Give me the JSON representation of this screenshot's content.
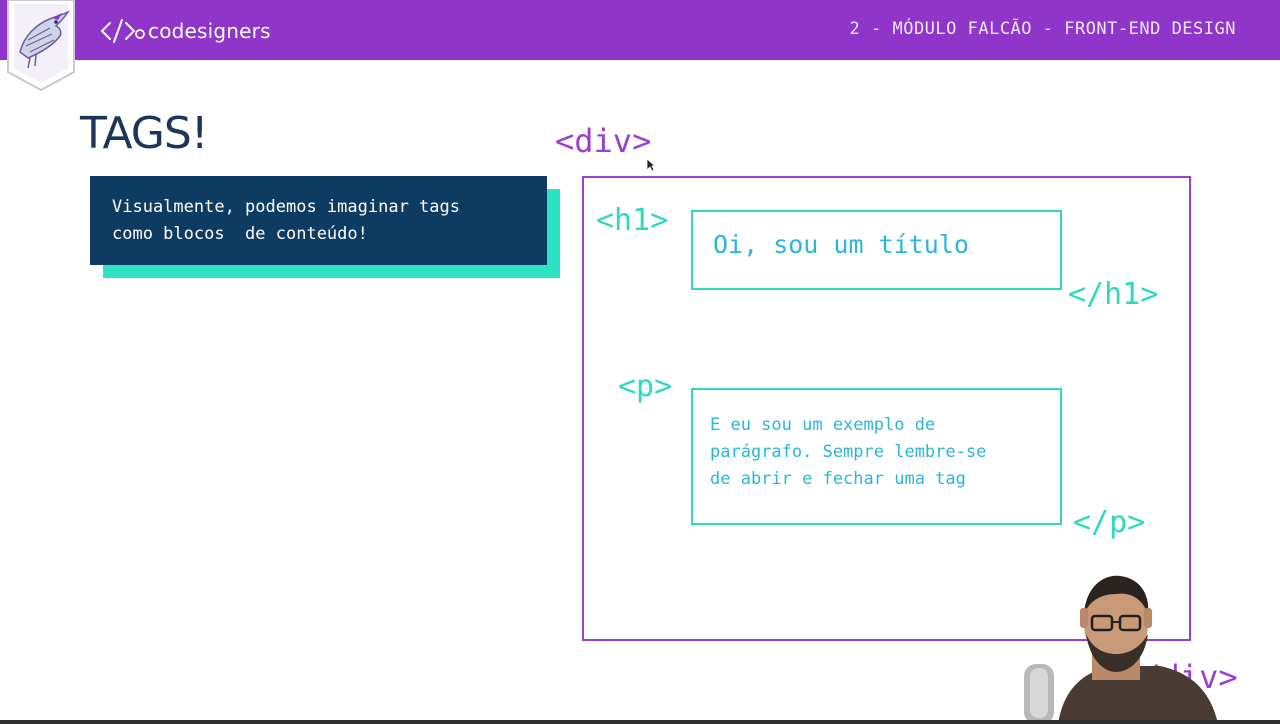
{
  "header": {
    "brand": "codesigners",
    "brand_icon": "code-slash-icon",
    "badge_icon": "falcon-logo-icon",
    "module_title": "2 - MÓDULO FALCÃO - FRONT-END DESIGN",
    "bar_color": "#8f35c9"
  },
  "slide": {
    "title": "TAGS!",
    "callout_lines": [
      "Visualmente, podemos imaginar tags",
      "como blocos  de conteúdo!"
    ]
  },
  "diagram": {
    "div_open": "<div>",
    "div_close": "</div>",
    "h1_open": "<h1>",
    "h1_close": "</h1>",
    "h1_text": "Oi, sou um título",
    "p_open": "<p>",
    "p_close": "</p>",
    "p_lines": [
      "E eu sou um exemplo de",
      "parágrafo. Sempre lembre-se",
      "de abrir e fechar uma tag"
    ],
    "div_color": "#9b3fd0",
    "inner_color": "#2fd8c0",
    "text_color": "#2ab6d8"
  }
}
